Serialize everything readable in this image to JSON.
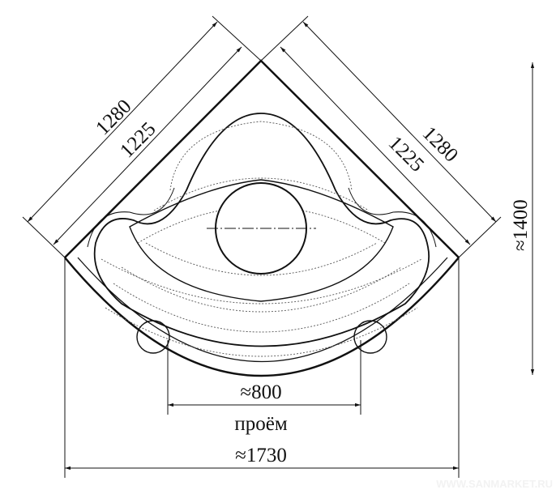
{
  "drawing": {
    "title": "Corner bathtub dimension drawing",
    "dimensions": {
      "left_outer": "1280",
      "left_inner": "1225",
      "right_outer": "1280",
      "right_inner": "1225",
      "height": "≈1400",
      "opening_width": "≈800",
      "opening_label": "проём",
      "total_width": "≈1730"
    },
    "watermark": "WWW.SANMARKET.RU",
    "colors": {
      "line": "#111111",
      "dotted": "#555555"
    }
  }
}
